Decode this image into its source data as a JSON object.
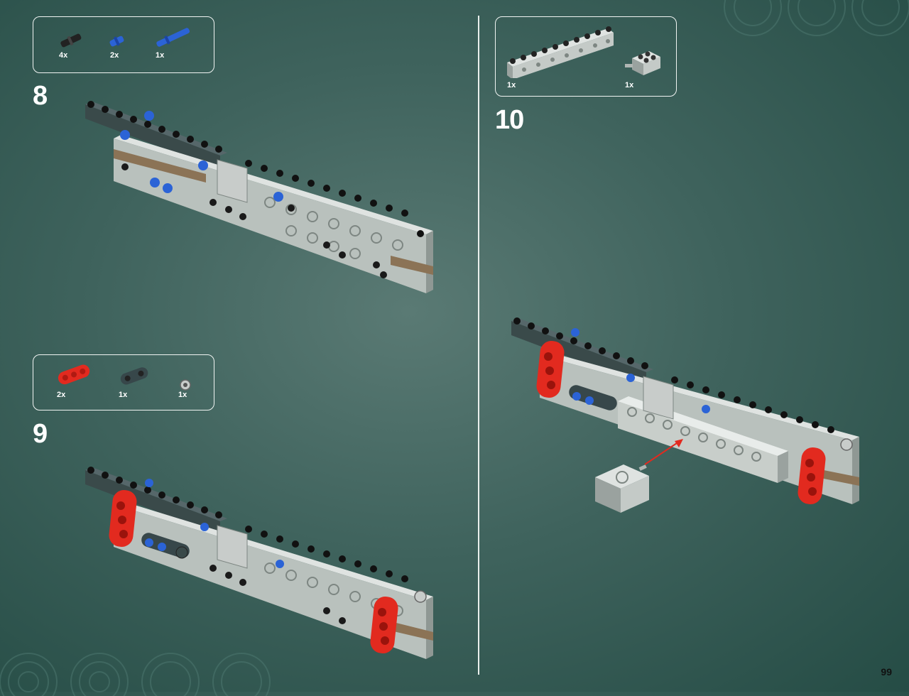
{
  "page_number": "99",
  "steps": [
    {
      "number": "8",
      "parts": [
        {
          "qty": "4x",
          "color": "#222222"
        },
        {
          "qty": "2x",
          "color": "#2b63d6"
        },
        {
          "qty": "1x",
          "color": "#2b63d6"
        }
      ]
    },
    {
      "number": "9",
      "parts": [
        {
          "qty": "2x",
          "color": "#e22a1f"
        },
        {
          "qty": "1x",
          "color": "#37474a"
        },
        {
          "qty": "1x",
          "color": "#c8ccca"
        }
      ]
    },
    {
      "number": "10",
      "parts": [
        {
          "qty": "1x",
          "color": "#c8ccca"
        },
        {
          "qty": "1x",
          "color": "#c8ccca"
        }
      ]
    }
  ],
  "colors": {
    "beam_light": "#b9c1bd",
    "beam_dark": "#3a4a4a",
    "accent_red": "#e22a1f",
    "accent_blue": "#2b63d6",
    "tan": "#8b7356"
  }
}
